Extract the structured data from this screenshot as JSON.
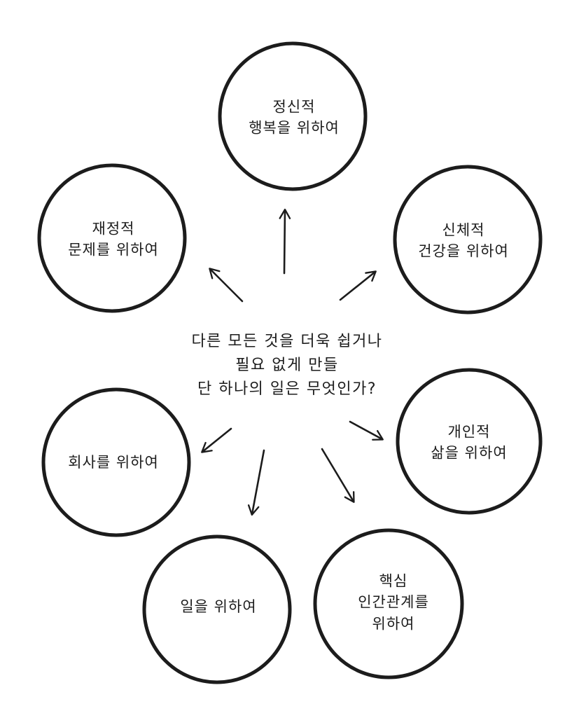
{
  "center_question": {
    "lines": [
      "다른 모든 것을 더욱 쉽거나",
      "필요 없게 만들",
      "단 하나의 일은 무엇인가?"
    ]
  },
  "goals": [
    {
      "id": "spiritual",
      "lines": [
        "정신적",
        "행복을 위하여"
      ]
    },
    {
      "id": "physical",
      "lines": [
        "신체적",
        "건강을 위하여"
      ]
    },
    {
      "id": "personal",
      "lines": [
        "개인적",
        "삶을 위하여"
      ]
    },
    {
      "id": "core",
      "lines": [
        "핵심",
        "인간관계를",
        "위하여"
      ]
    },
    {
      "id": "work",
      "lines": [
        "일을 위하여"
      ]
    },
    {
      "id": "company",
      "lines": [
        "회사를 위하여"
      ]
    },
    {
      "id": "financial",
      "lines": [
        "재정적",
        "문제를 위하여"
      ]
    }
  ],
  "colors": {
    "ink": "#1c1c1c",
    "background": "#ffffff"
  }
}
